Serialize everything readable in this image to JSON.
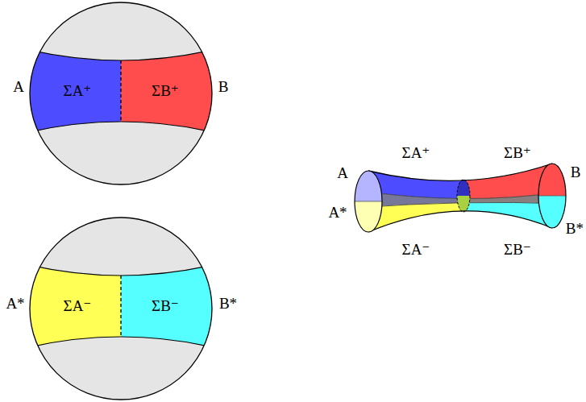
{
  "diagram": {
    "nodes": [
      {
        "text": [
          "ΣA⁺"
        ]
      },
      {
        "text": [
          "ΣB⁺"
        ]
      },
      {
        "text": [
          "ΣA⁻"
        ]
      },
      {
        "text": [
          "ΣB⁻"
        ]
      }
    ],
    "labels": [
      "A",
      "B",
      "A*",
      "B*",
      "A",
      "ΣA⁺",
      "ΣB⁺",
      "B",
      "A*",
      "B*",
      "ΣA⁻",
      "ΣB⁻"
    ]
  }
}
